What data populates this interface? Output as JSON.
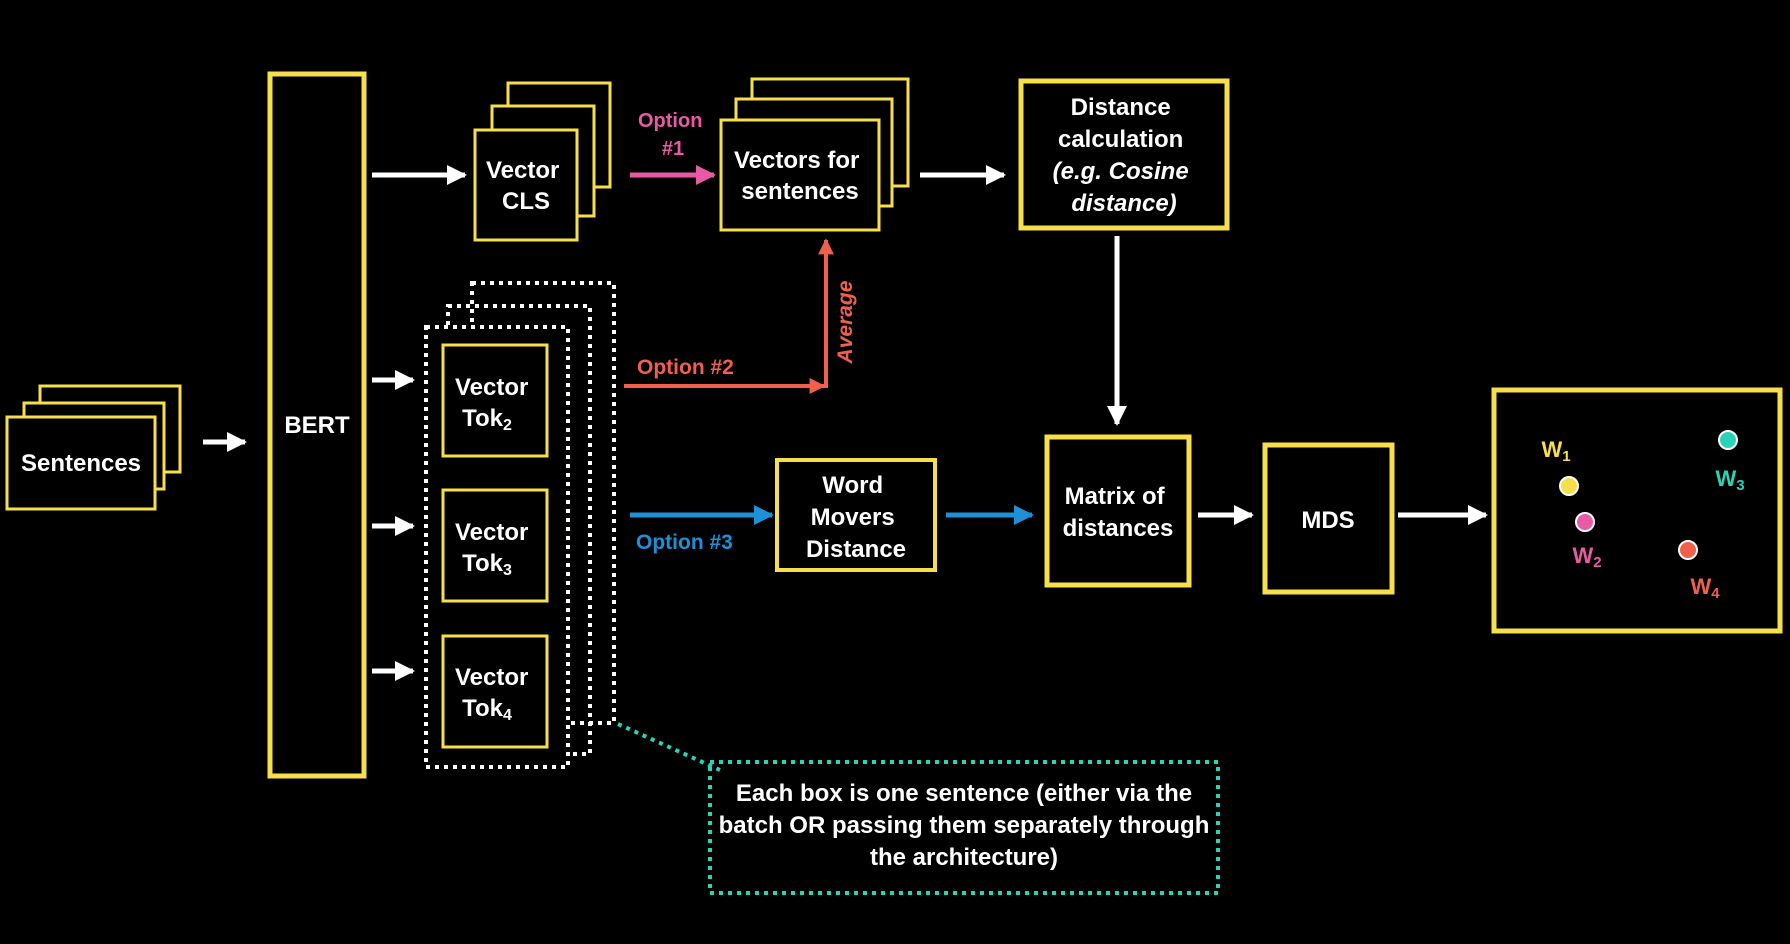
{
  "nodes": {
    "sentences": "Sentences",
    "bert": "BERT",
    "vector_cls": [
      "Vector",
      "CLS"
    ],
    "vector_tok2": [
      "Vector",
      "Tok",
      "2"
    ],
    "vector_tok3": [
      "Vector",
      "Tok",
      "3"
    ],
    "vector_tok4": [
      "Vector",
      "Tok",
      "4"
    ],
    "vectors_for_sentences": [
      "Vectors for",
      "sentences"
    ],
    "distance_calc": [
      "Distance",
      "calculation",
      "(e.g. Cosine",
      "distance)"
    ],
    "word_movers": [
      "Word",
      "Movers",
      "Distance"
    ],
    "matrix": [
      "Matrix of",
      "distances"
    ],
    "mds": "MDS"
  },
  "edge_labels": {
    "option1": [
      "Option",
      "#1"
    ],
    "option2": "Option #2",
    "option3": "Option #3",
    "average": "Average"
  },
  "scatter_points": [
    {
      "name": "W",
      "sub": "1",
      "color": "#f7df4a"
    },
    {
      "name": "W",
      "sub": "2",
      "color": "#e85aa4"
    },
    {
      "name": "W",
      "sub": "3",
      "color": "#2ad3b8"
    },
    {
      "name": "W",
      "sub": "4",
      "color": "#f0604a"
    }
  ],
  "annotation": "Each box is one sentence (either via the batch OR passing them separately through the architecture)",
  "colors": {
    "box": "#f7df4a",
    "arrow": "#ffffff",
    "option1": "#e85aa4",
    "option2": "#f0604a",
    "option3": "#1e90d8",
    "annotation_border": "#2ad3b8"
  }
}
